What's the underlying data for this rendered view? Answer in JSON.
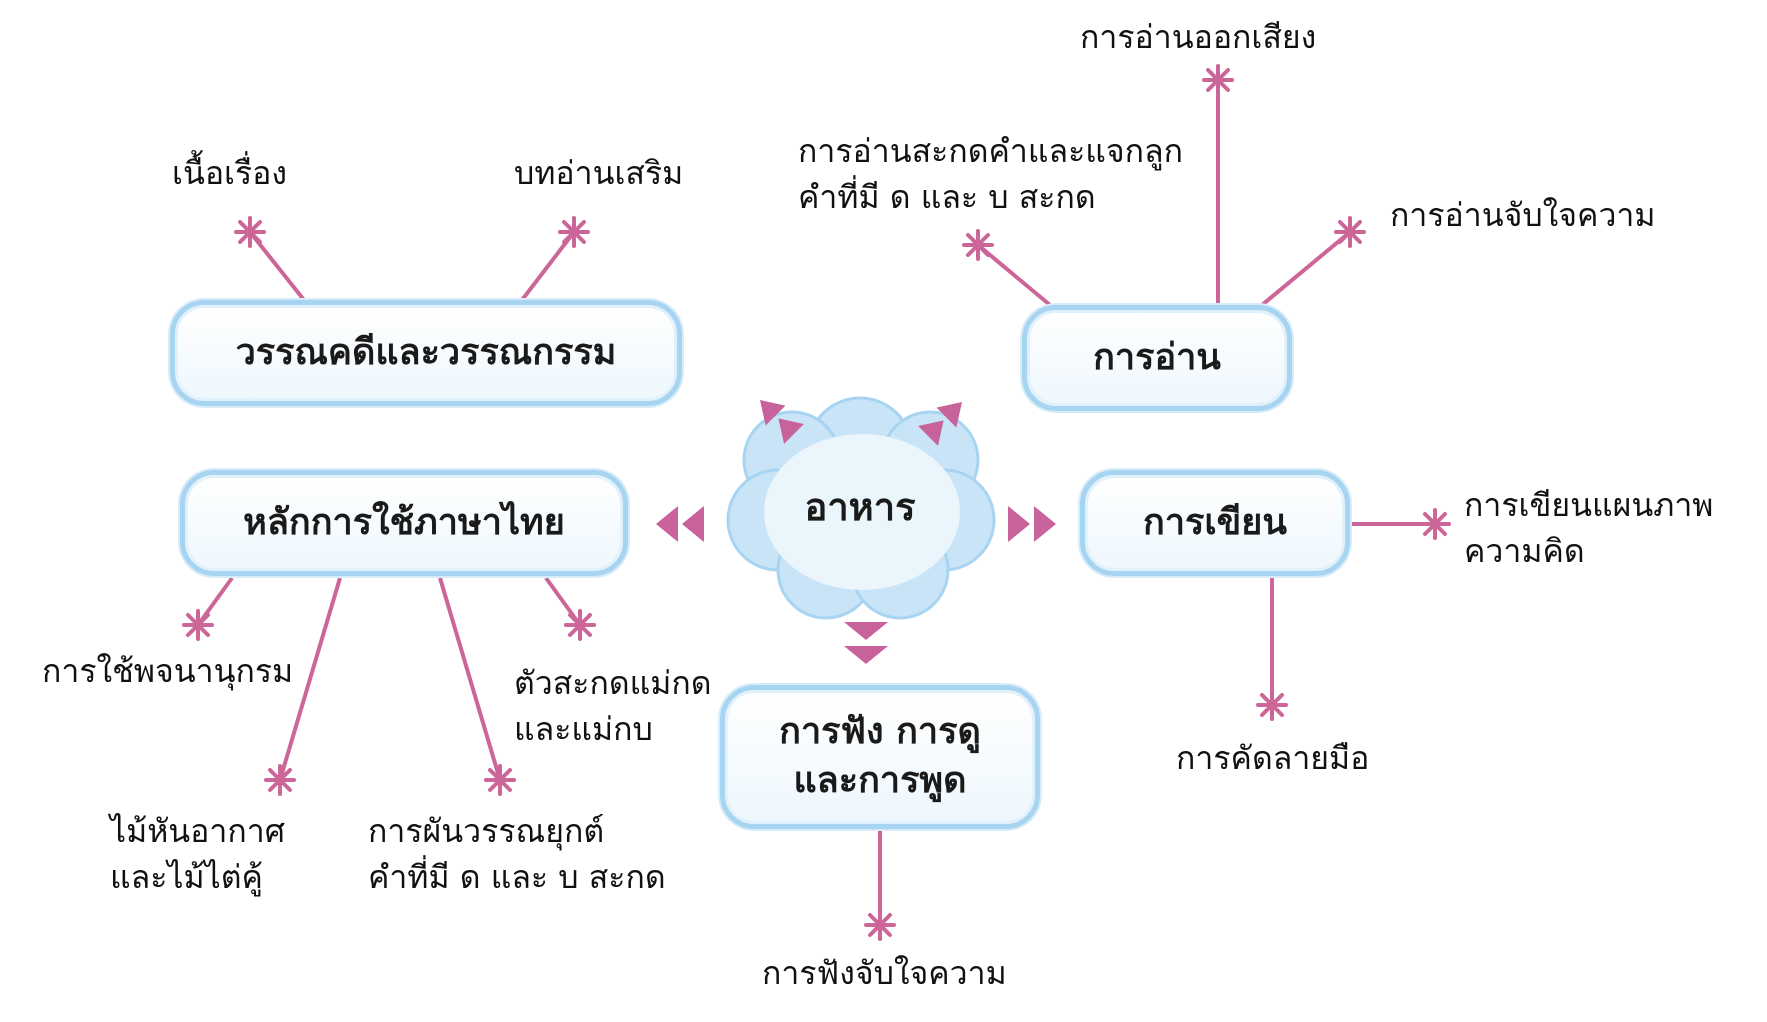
{
  "center": {
    "label": "อาหาร"
  },
  "branches": {
    "literature": {
      "label": "วรรณคดีและวรรณกรรม",
      "leaves": [
        "เนื้อเรื่อง",
        "บทอ่านเสริม"
      ]
    },
    "reading": {
      "label": "การอ่าน",
      "leaves": [
        "การอ่านออกเสียง",
        "การอ่านสะกดคำและแจกลูก\nคำที่มี ด และ บ สะกด",
        "การอ่านจับใจความ"
      ]
    },
    "grammar": {
      "label": "หลักการใช้ภาษาไทย",
      "leaves": [
        "การใช้พจนานุกรม",
        "ไม้หันอากาศ\nและไม้ไต่คู้",
        "การผันวรรณยุกต์\nคำที่มี ด และ บ สะกด",
        "ตัวสะกดแม่กด\nและแม่กบ"
      ]
    },
    "writing": {
      "label": "การเขียน",
      "leaves": [
        "การเขียนแผนภาพ\nความคิด",
        "การคัดลายมือ"
      ]
    },
    "listening": {
      "label": "การฟัง การดู\nและการพูด",
      "leaves": [
        "การฟังจับใจความ"
      ]
    }
  },
  "colors": {
    "connector": "#cc6699",
    "box_border": "#a7d4f1",
    "cloud": "#c8e4f6",
    "arrow": "#c8629a"
  }
}
